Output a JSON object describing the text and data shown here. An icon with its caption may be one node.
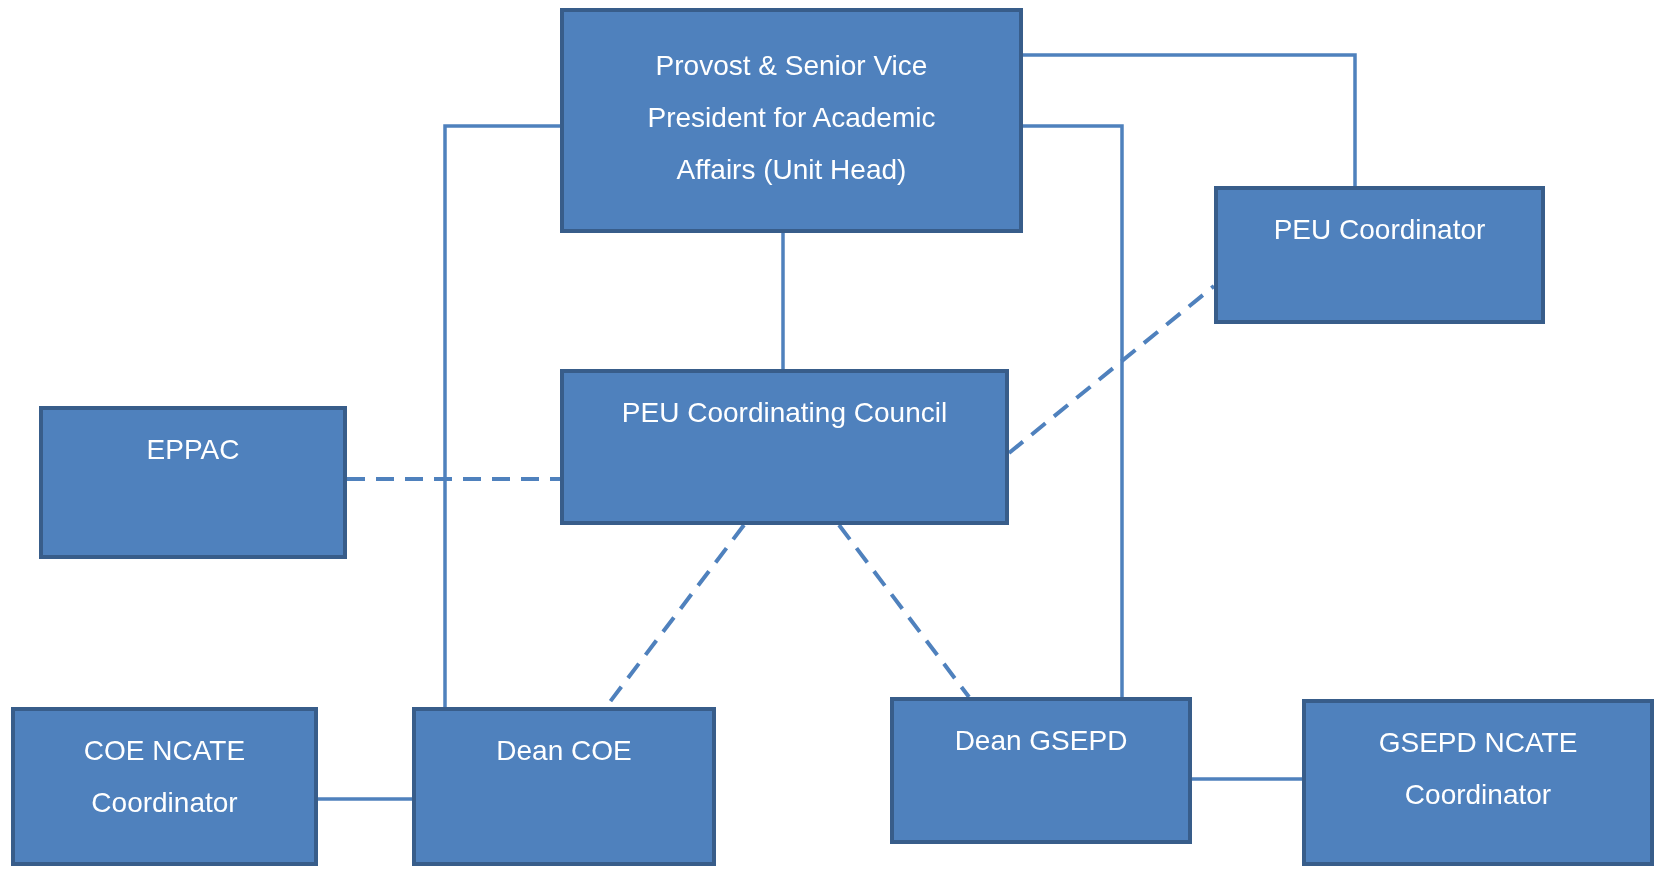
{
  "diagram": {
    "nodes": [
      {
        "text": [
          "Provost & Senior Vice President for Academic Affairs (Unit Head)"
        ]
      },
      {
        "text": [
          "PEU Coordinator"
        ]
      },
      {
        "text": [
          "EPPAC"
        ]
      },
      {
        "text": [
          "PEU Coordinating Council"
        ]
      },
      {
        "text": [
          "COE NCATE Coordinator"
        ]
      },
      {
        "text": [
          "Dean COE"
        ]
      },
      {
        "text": [
          "Dean GSEPD"
        ]
      },
      {
        "text": [
          "GSEPD NCATE Coordinator"
        ]
      }
    ],
    "edges": [
      {
        "from": 0,
        "to": 1,
        "arrow": "none"
      },
      {
        "from": 0,
        "to": 3,
        "arrow": "none"
      },
      {
        "from": 0,
        "to": 5,
        "arrow": "none"
      },
      {
        "from": 0,
        "to": 6,
        "arrow": "none"
      },
      {
        "from": 2,
        "to": 3,
        "arrow": "none",
        "style": "dashed"
      },
      {
        "from": 3,
        "to": 1,
        "arrow": "none",
        "style": "dashed"
      },
      {
        "from": 3,
        "to": 5,
        "arrow": "none",
        "style": "dashed"
      },
      {
        "from": 3,
        "to": 6,
        "arrow": "none",
        "style": "dashed"
      },
      {
        "from": 4,
        "to": 5,
        "arrow": "none"
      },
      {
        "from": 6,
        "to": 7,
        "arrow": "none"
      }
    ]
  }
}
